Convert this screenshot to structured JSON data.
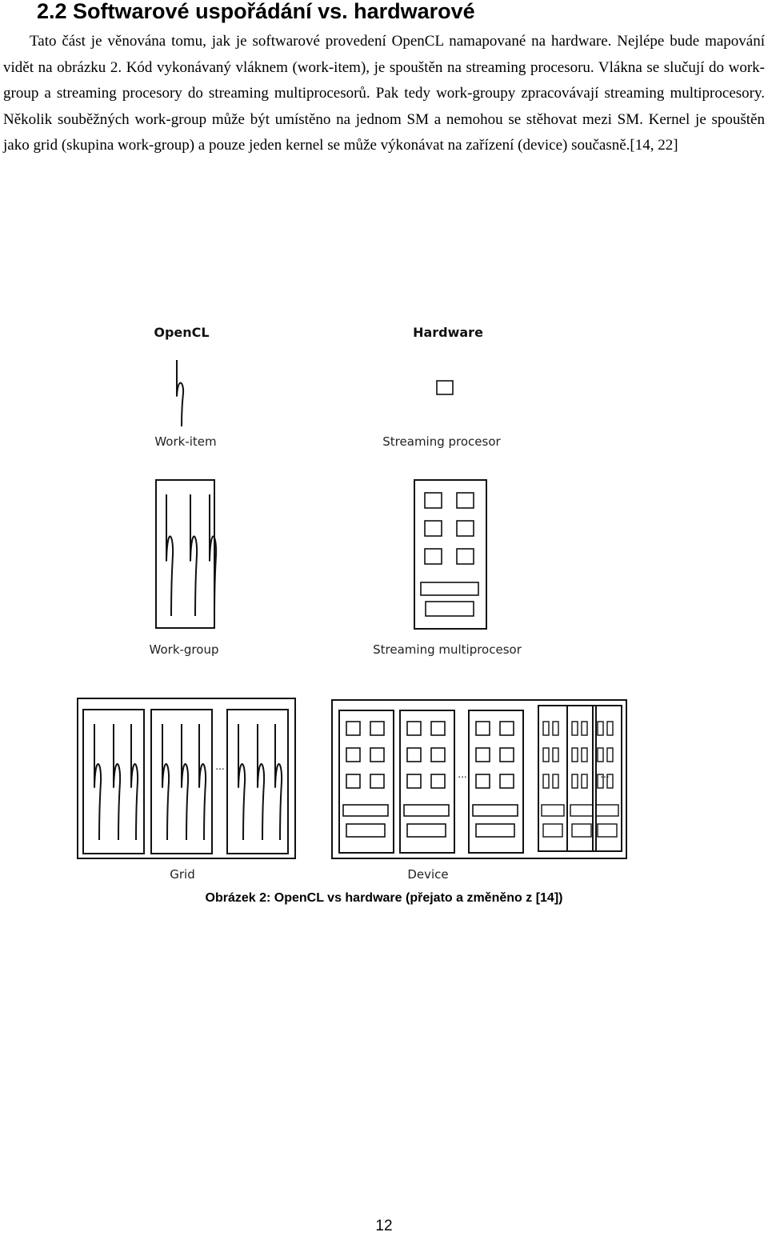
{
  "heading": "2.2 Softwarové uspořádání vs. hardwarové",
  "paragraph": "Tato část je věnována tomu, jak je softwarové provedení OpenCL namapované na hardware. Nejlépe bude mapování vidět na obrázku 2. Kód vykonávaný vláknem (work-item), je spouštěn na streaming procesoru. Vlákna se slučují do work-group a streaming procesory do streaming multiprocesorů. Pak tedy work-groupy zpracovávají streaming multiprocesory. Několik souběžných work-group může být umístěno na jednom SM a nemohou se stěhovat mezi SM. Kernel je spouštěn jako grid (skupina work-group) a pouze jeden kernel se může výkonávat na zařízení (device) současně.[14, 22]",
  "figure": {
    "opencl_title": "OpenCL",
    "hardware_title": "Hardware",
    "work_item_label": "Work-item",
    "streaming_processor_label": "Streaming procesor",
    "work_group_label": "Work-group",
    "streaming_multiprocessor_label": "Streaming multiprocesor",
    "grid_label": "Grid",
    "device_label": "Device",
    "ellipsis": "..."
  },
  "caption": "Obrázek 2: OpenCL vs hardware (přejato a změněno z [14])",
  "page_number": "12"
}
